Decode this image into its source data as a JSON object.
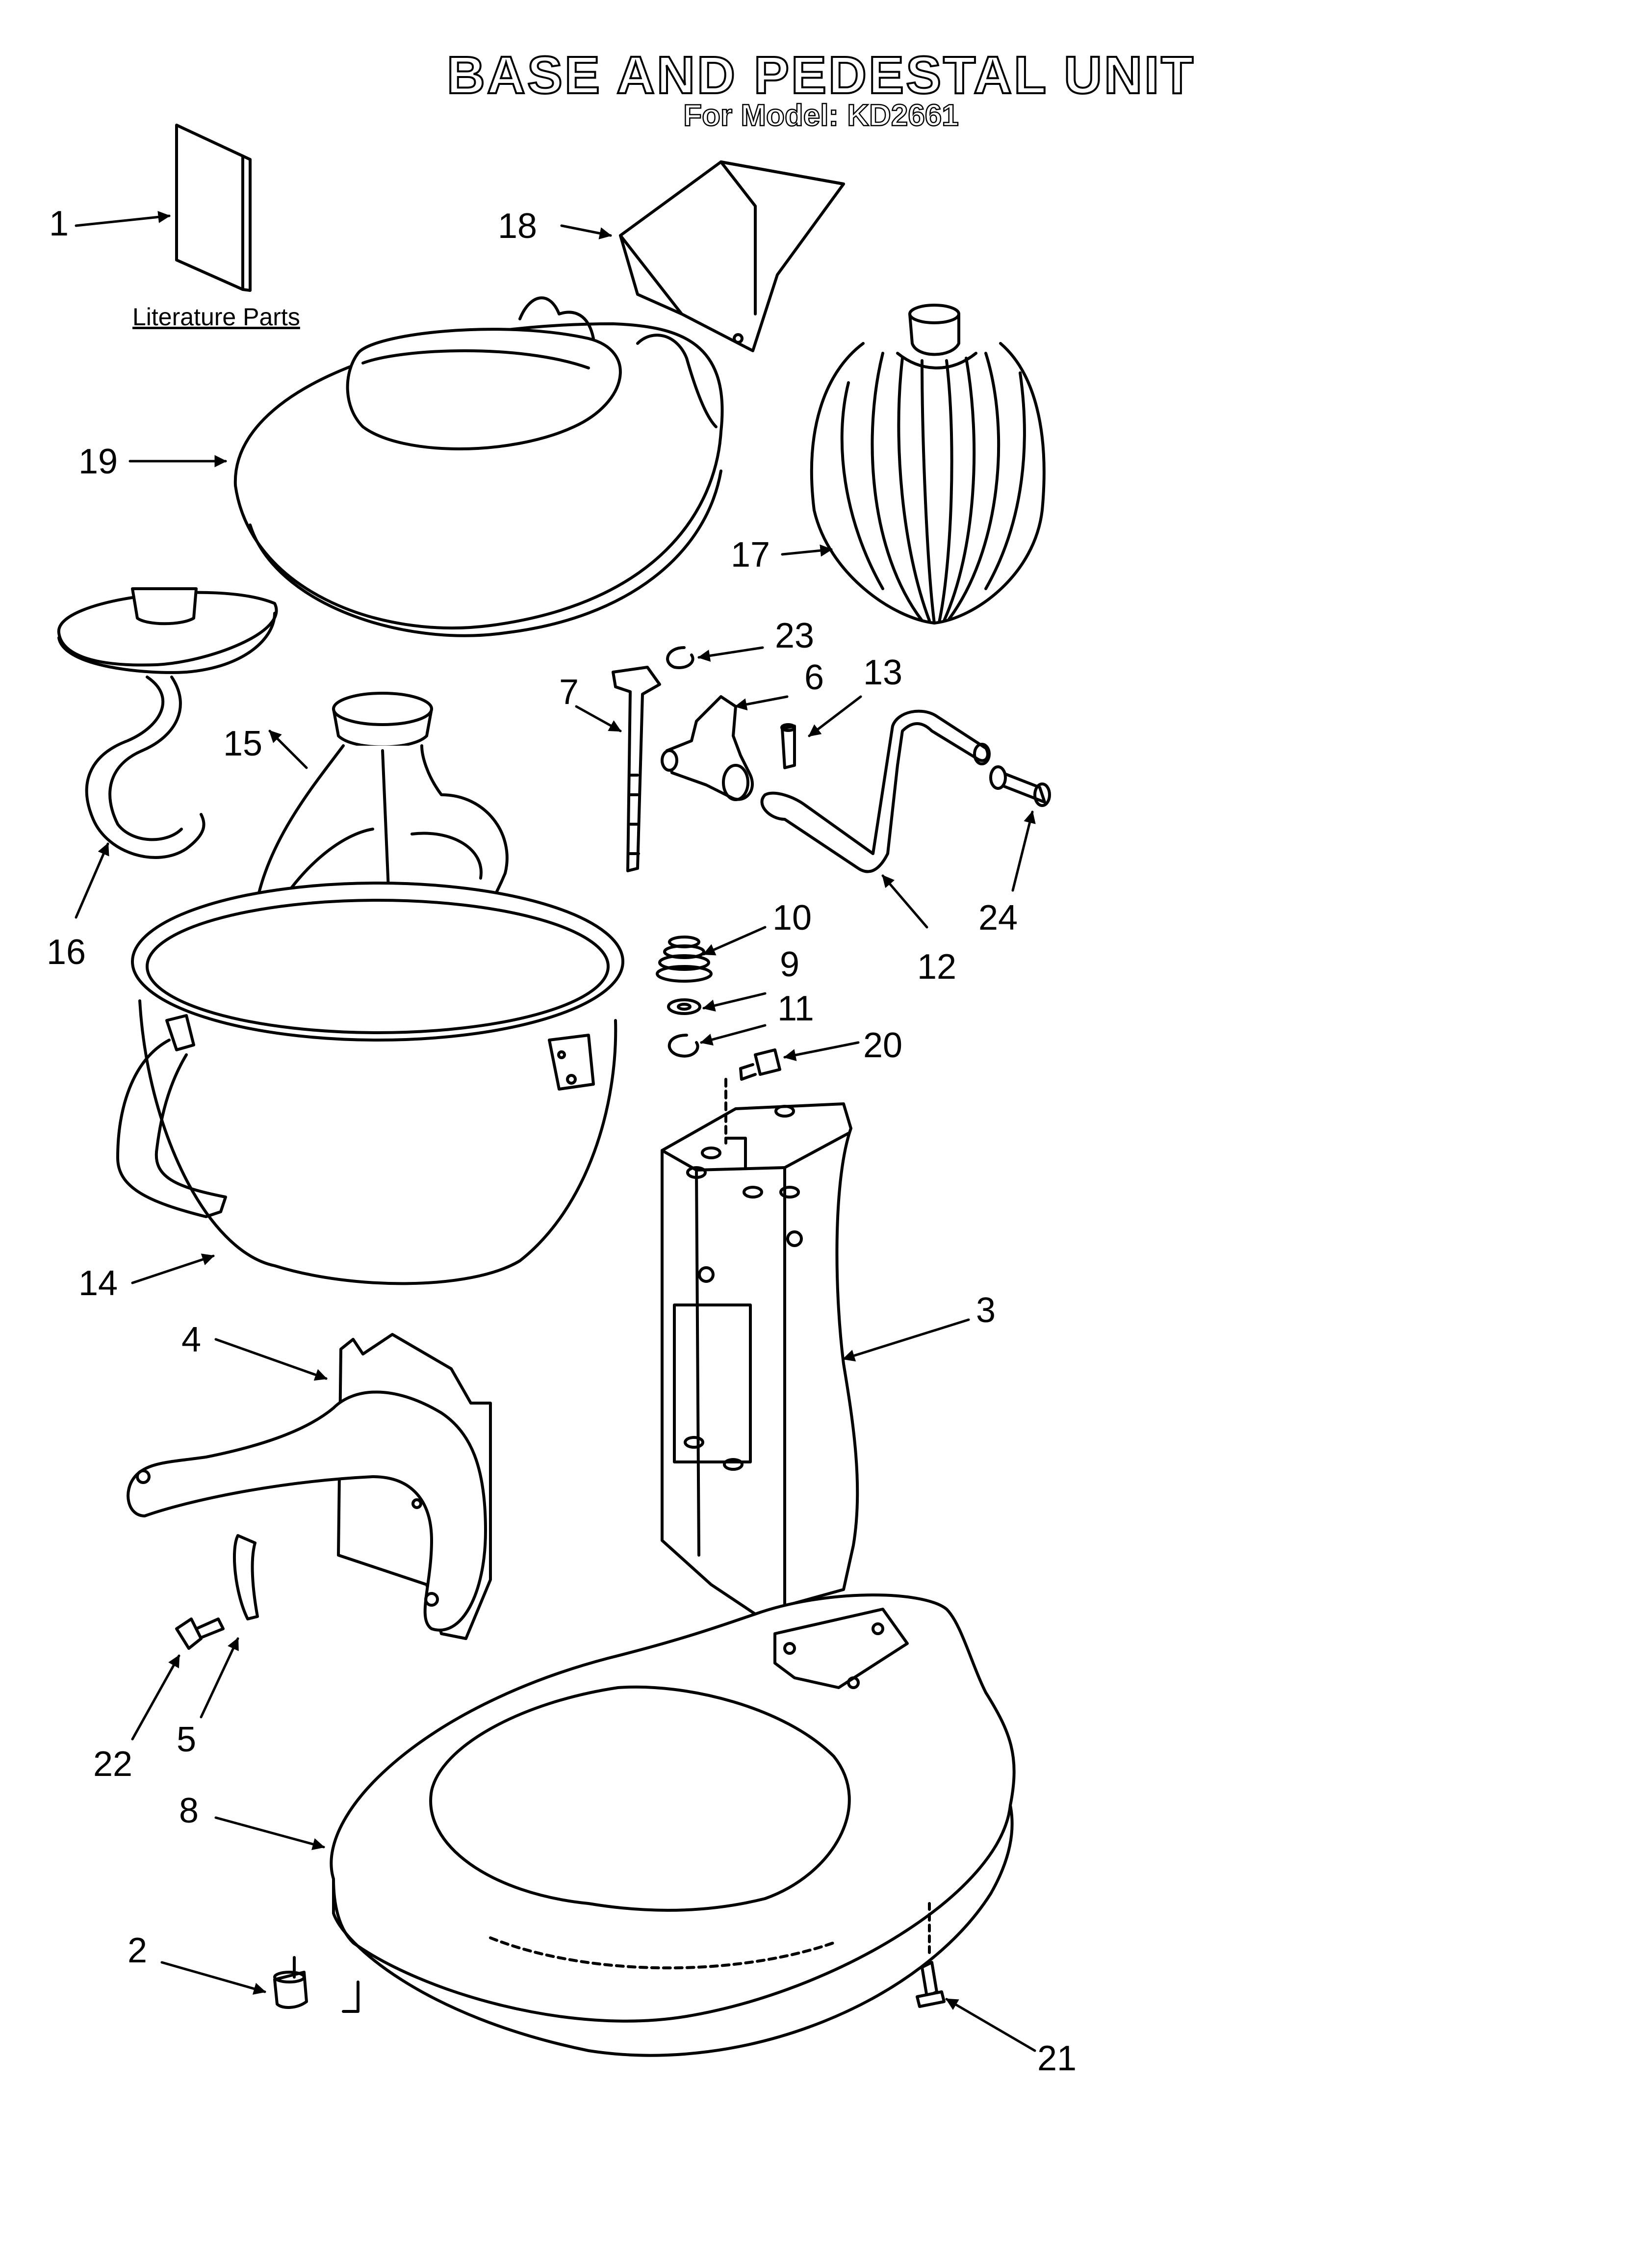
{
  "title": "BASE AND PEDESTAL UNIT",
  "subtitle": "For Model: KD2661",
  "literature_label": "Literature Parts",
  "callouts": {
    "c1": "1",
    "c2": "2",
    "c3": "3",
    "c4": "4",
    "c5": "5",
    "c6": "6",
    "c7": "7",
    "c8": "8",
    "c9": "9",
    "c10": "10",
    "c11": "11",
    "c12": "12",
    "c13": "13",
    "c14": "14",
    "c15": "15",
    "c16": "16",
    "c17": "17",
    "c18": "18",
    "c19": "19",
    "c20": "20",
    "c21": "21",
    "c22": "22",
    "c23": "23",
    "c24": "24"
  }
}
